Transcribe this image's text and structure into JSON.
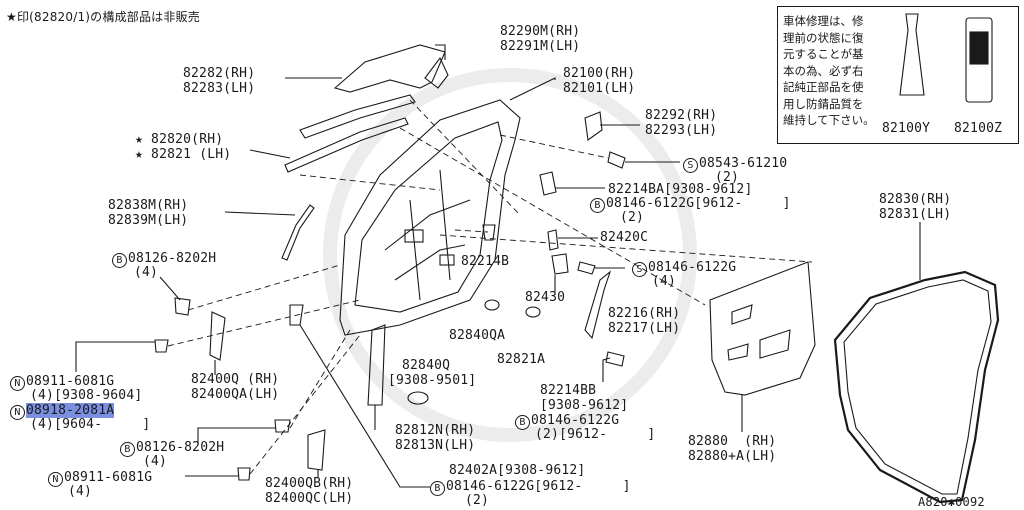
{
  "header_note": "★印(82820/1)の構成部品は非販売",
  "repair_note": {
    "lines": [
      "車体修理は、修",
      "理前の状態に復",
      "元することが基",
      "本の為、必ず右",
      "記純正部品を使",
      "用し防錆品質を",
      "維持して下さい。"
    ],
    "part_left": "82100Y",
    "part_right": "82100Z"
  },
  "labels": {
    "p82290": [
      "82290M(RH)",
      "82291M(LH)"
    ],
    "p82282": [
      "82282(RH)",
      "82283(LH)"
    ],
    "p82100": [
      "82100(RH)",
      "82101(LH)"
    ],
    "p82292": [
      "82292(RH)",
      "82293(LH)"
    ],
    "p82820": [
      "★ 82820(RH)",
      "★ 82821 (LH)"
    ],
    "s08543_code": "08543-61210",
    "s08543_qty": "(2)",
    "p82214BA": "82214BA[9308-9612]",
    "b08146a_code": "08146-6122G[9612-     ]",
    "b08146a_qty": "(2)",
    "p82838": [
      "82838M(RH)",
      "82839M(LH)"
    ],
    "p82830": [
      "82830(RH)",
      "82831(LH)"
    ],
    "p82420C": "82420C",
    "b08126a_code": "08126-8202H",
    "b08126a_qty": "(4)",
    "p82214B": "82214B",
    "s08146g_code": "08146-6122G",
    "s08146g_qty": "(4)",
    "p82430": "82430",
    "p82216": [
      "82216(RH)",
      "82217(LH)"
    ],
    "p82840QA": "82840QA",
    "p82821A": "82821A",
    "p82400Q": [
      "82400Q (RH)",
      "82400QA(LH)"
    ],
    "n08911a_code": "08911-6081G",
    "n08911a_qty": "(4)[9308-9604]",
    "n08918_code": "08918-2081A",
    "n08918_qty": "(4)[9604-     ]",
    "p82840Q": [
      "82840Q",
      "[9308-9501]"
    ],
    "p82214BB": [
      "82214BB",
      "[9308-9612]"
    ],
    "b08146b_code": "08146-6122G",
    "b08146b_qty": "(2)[9612-     ]",
    "p82812N": [
      "82812N(RH)",
      "82813N(LH)"
    ],
    "p82880": [
      "82880  (RH)",
      "82880+A(LH)"
    ],
    "b08126b_code": "08126-8202H",
    "b08126b_qty": "(4)",
    "n08911b_code": "08911-6081G",
    "n08911b_qty": "(4)",
    "p82400QB": [
      "82400QB(RH)",
      "82400QC(LH)"
    ],
    "p82402A": "82402A[9308-9612]",
    "b08146c_code": "08146-6122G[9612-     ]",
    "b08146c_qty": "(2)",
    "ref_code": "A820✱0092"
  },
  "symbols": {
    "s": "S",
    "b": "B",
    "n": "N"
  },
  "highlight_color": "#7a8fe0"
}
